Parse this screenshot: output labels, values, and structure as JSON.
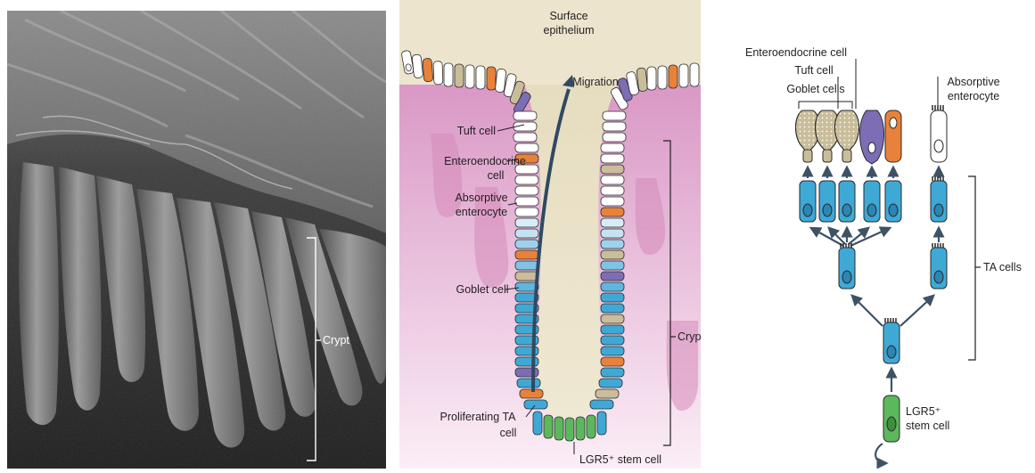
{
  "sem_panel": {
    "crypt_label": "Crypt"
  },
  "crypt_diagram": {
    "surface_label_line1": "Surface",
    "surface_label_line2": "epithelium",
    "migration_label": "Migration",
    "tuft_label": "Tuft cell",
    "enteroendocrine_line1": "Enteroendocrine",
    "enteroendocrine_line2": "cell",
    "absorptive_line1": "Absorptive",
    "absorptive_line2": "enterocyte",
    "goblet_label": "Goblet cell",
    "crypt_label": "Crypt",
    "proliferating_line1": "Proliferating TA",
    "proliferating_line2": "cell",
    "stem_label": "LGR5⁺ stem cell"
  },
  "lineage_diagram": {
    "enteroendocrine_label": "Enteroendocrine cell",
    "tuft_label": "Tuft cell",
    "goblet_label": "Goblet cells",
    "absorptive_line1": "Absorptive",
    "absorptive_line2": "enterocyte",
    "ta_label": "TA cells",
    "stem_line1": "LGR5⁺",
    "stem_line2": "stem cell"
  },
  "colors": {
    "ta_cell_blue": "#3fa9d6",
    "stem_green": "#5cb85c",
    "enteroendocrine_orange": "#e8823a",
    "tuft_purple": "#7c6db5",
    "goblet_tan": "#c9bd9a",
    "lumen_beige": "#ece4cc",
    "tissue_pink": "#e8bcd8",
    "arrow_slate": "#3e5266"
  }
}
